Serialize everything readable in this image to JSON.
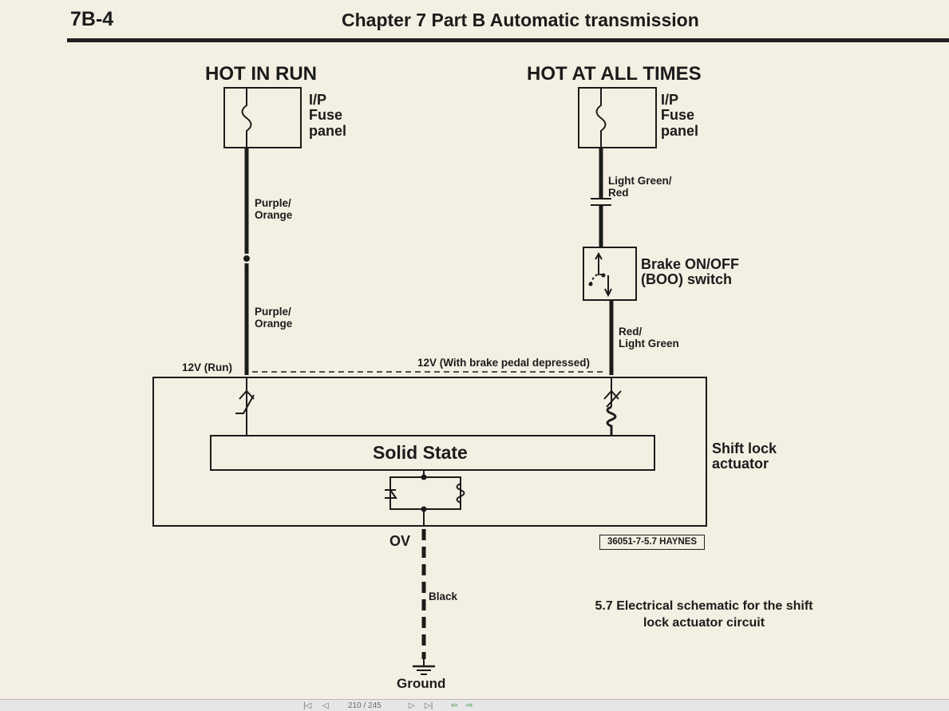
{
  "header": {
    "page_number": "7B-4",
    "chapter": "Chapter 7  Part B   Automatic transmission"
  },
  "diagram": {
    "left_source": "HOT IN RUN",
    "right_source": "HOT AT ALL TIMES",
    "left_fuse_label": [
      "I/P",
      "Fuse",
      "panel"
    ],
    "right_fuse_label": [
      "I/P",
      "Fuse",
      "panel"
    ],
    "left_wire_top": [
      "Purple/",
      "Orange"
    ],
    "left_wire_bottom": [
      "Purple/",
      "Orange"
    ],
    "right_wire_top": [
      "Light Green/",
      "Red"
    ],
    "right_wire_bottom": [
      "Red/",
      "Light Green"
    ],
    "brake_switch": [
      "Brake ON/OFF",
      "(BOO) switch"
    ],
    "left_voltage": "12V (Run)",
    "right_voltage": "12V (With brake pedal depressed)",
    "solid_state": "Solid State",
    "actuator": [
      "Shift lock",
      "actuator"
    ],
    "ground_voltage": "OV",
    "ground_wire": "Black",
    "ground": "Ground",
    "reference": "36051-7-5.7 HAYNES"
  },
  "caption": [
    "5.7 Electrical schematic for the shift",
    "lock actuator circuit"
  ],
  "toolbar": {
    "page_indicator": "210 / 245",
    "icons": [
      "first-page-icon",
      "prev-page-icon",
      "next-page-icon",
      "last-page-icon",
      "back-icon",
      "forward-icon"
    ]
  }
}
